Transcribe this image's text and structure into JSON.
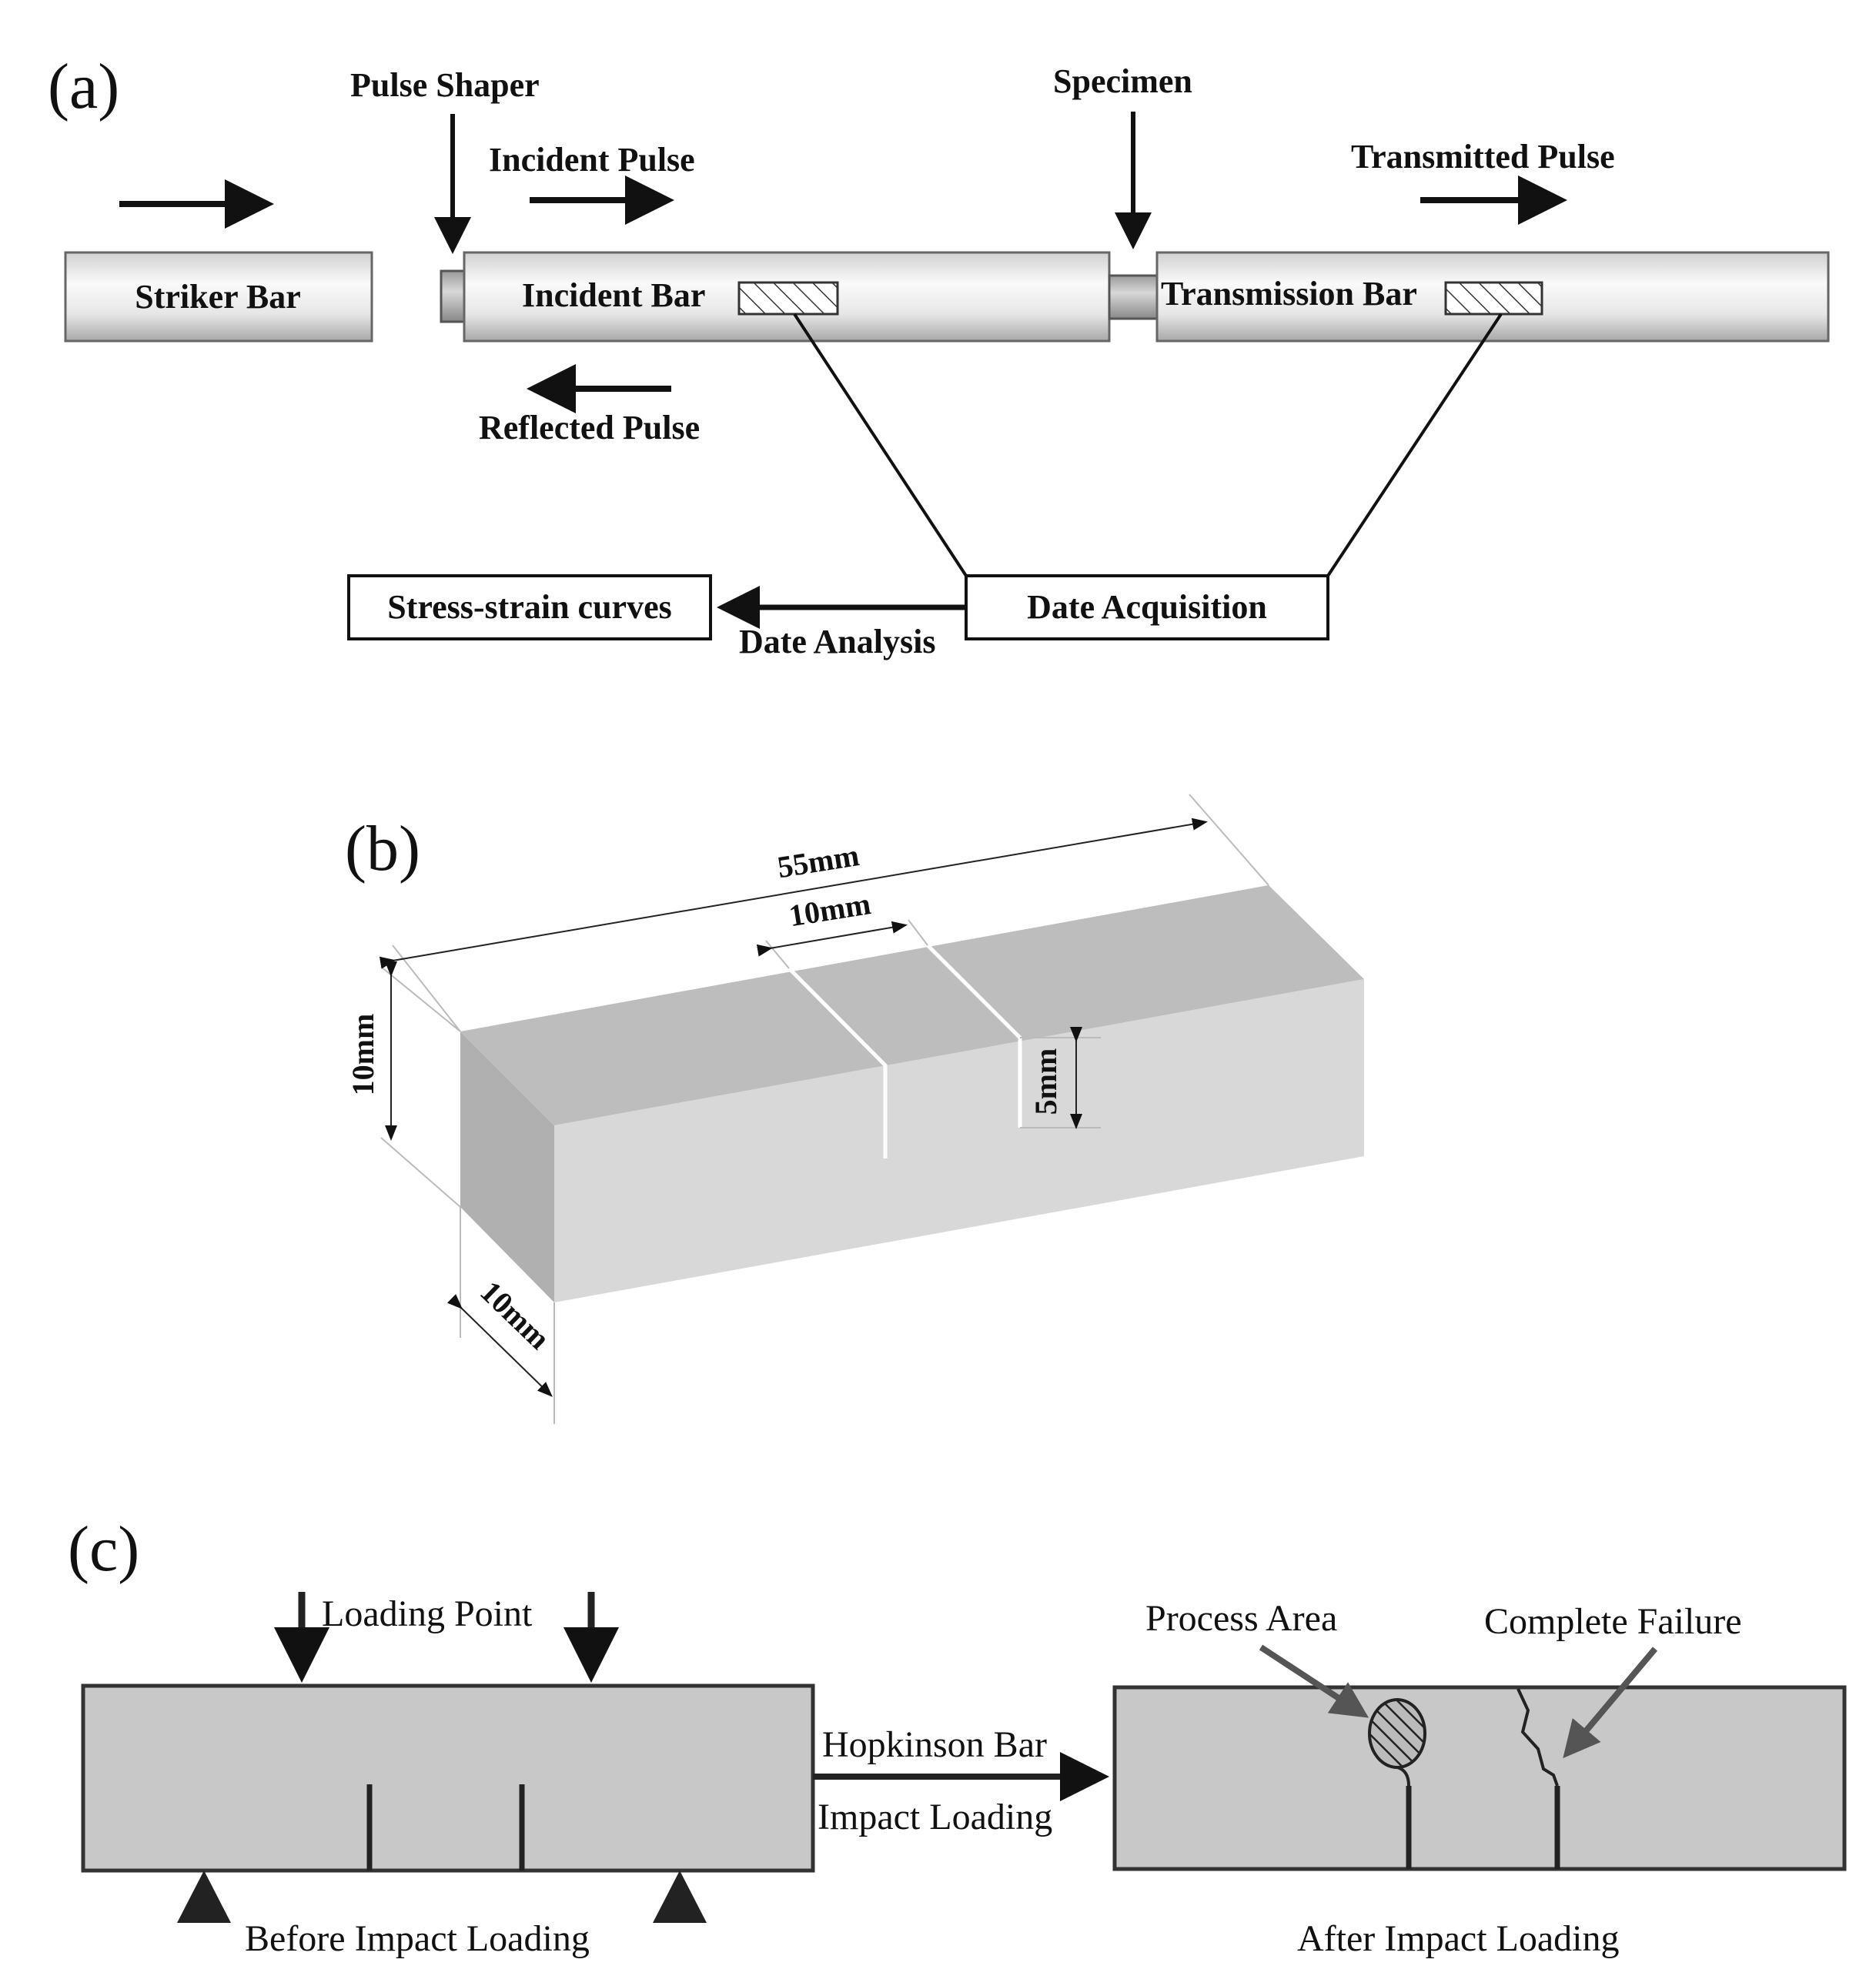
{
  "panel_a": {
    "label": "(a)",
    "pulse_shaper": "Pulse Shaper",
    "incident_pulse": "Incident Pulse",
    "specimen": "Specimen",
    "transmitted_pulse": "Transmitted Pulse",
    "striker_bar": "Striker Bar",
    "incident_bar": "Incident Bar",
    "transmission_bar": "Transmission Bar",
    "reflected_pulse": "Reflected Pulse",
    "stress_strain": "Stress-strain curves",
    "date_acquisition": "Date Acquisition",
    "date_analysis": "Date Analysis"
  },
  "panel_b": {
    "label": "(b)",
    "length": "55mm",
    "notch_spacing": "10mm",
    "height": "10mm",
    "notch_depth": "5mm",
    "width": "10mm"
  },
  "panel_c": {
    "label": "(c)",
    "loading_point": "Loading Point",
    "hopkinson_bar": "Hopkinson Bar",
    "impact_loading": "Impact Loading",
    "process_area": "Process Area",
    "complete_failure": "Complete Failure",
    "before": "Before Impact Loading",
    "after": "After Impact Loading"
  },
  "colors": {
    "bar_light": "#f2f2f2",
    "bar_dark": "#bdbdbd",
    "block_top": "#b8b8b8",
    "block_front": "#d6d6d6",
    "beam_fill": "#c8c8c8",
    "ink": "#111111",
    "grey_arrow": "#555555"
  }
}
